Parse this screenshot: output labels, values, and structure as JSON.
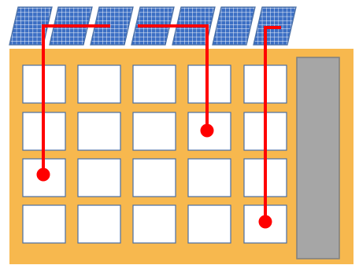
{
  "colors": {
    "background": "#ffffff",
    "building": "#F7B84E",
    "window_fill": "#ffffff",
    "window_border": "#4A6FA5",
    "panel_fill": "#3C6FC4",
    "panel_grid": "#ffffff",
    "elevator_shaft": "#A6A6A6",
    "elevator_border": "#7F7F7F",
    "wire": "#FF0000",
    "node": "#FF0000"
  },
  "icons": {
    "solar_panel": "solar-panel-icon",
    "window": "window-icon",
    "connection_node": "dot-icon"
  },
  "diagram": {
    "solar_panel_count": 7,
    "window_rows": 4,
    "window_columns": 5,
    "has_elevator_shaft": true,
    "wire_count": 3
  }
}
